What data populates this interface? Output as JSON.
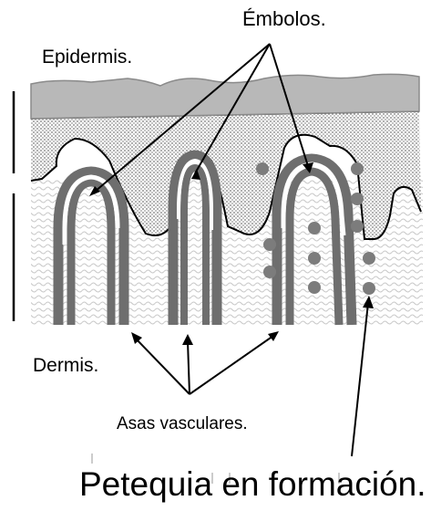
{
  "labels": {
    "embolos": "Émbolos.",
    "epidermis": "Epidermis.",
    "dermis": "Dermis.",
    "asas": "Asas vasculares.",
    "petequia": "Petequia en formación."
  },
  "colors": {
    "epidermis_fill": "#b8b8b8",
    "vessel_dark": "#6e6e6e",
    "vessel_light": "#ffffff",
    "wave_pattern": "#c8c8c8",
    "dot_pattern": "#7a7a7a",
    "extravasated_cells": "#7c7c7c",
    "outline": "#000000"
  }
}
